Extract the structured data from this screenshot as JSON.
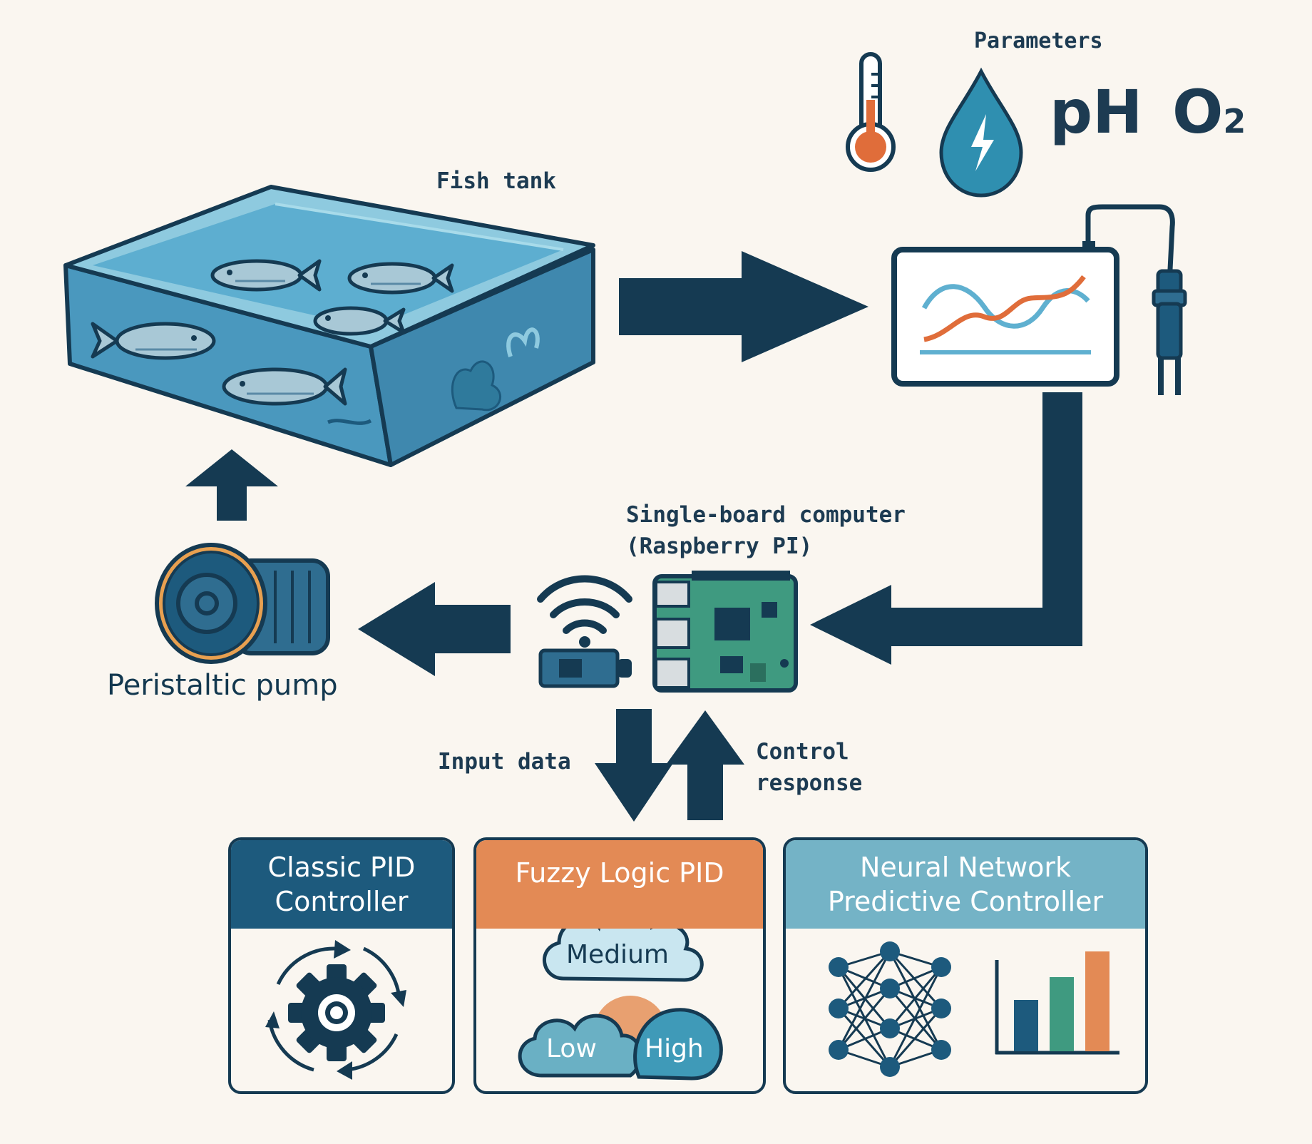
{
  "parameters": {
    "title": "Parameters",
    "ph_label": "pH",
    "o2_label": "O",
    "o2_sub": "2"
  },
  "tank": {
    "label": "Fish tank"
  },
  "computer": {
    "label_line1": "Single-board computer",
    "label_line2": "(Raspberry PI)"
  },
  "pump": {
    "label": "Peristaltic pump"
  },
  "flow": {
    "input_label": "Input data",
    "response_line1": "Control",
    "response_line2": "response"
  },
  "controllers": [
    {
      "title_line1": "Classic PID",
      "title_line2": "Controller",
      "color": "#1d5a7d"
    },
    {
      "title_line1": "Fuzzy Logic PID",
      "title_line2": "",
      "color": "#e38a55"
    },
    {
      "title_line1": "Neural Network",
      "title_line2": "Predictive Controller",
      "color": "#74b3c6"
    }
  ],
  "fuzzy": {
    "medium": "Medium",
    "low": "Low",
    "high": "High"
  },
  "colors": {
    "navy": "#153a52",
    "orange": "#e06d3a",
    "teal": "#2f8fb0",
    "green": "#3f9a80"
  }
}
